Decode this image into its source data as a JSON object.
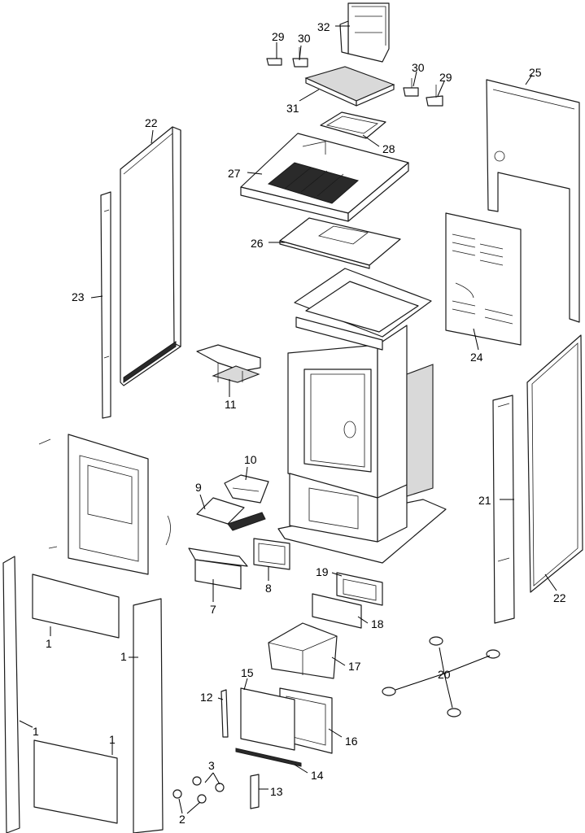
{
  "callouts": {
    "p1a": "1",
    "p1b": "1",
    "p1c": "1",
    "p1d": "1",
    "p2": "2",
    "p3": "3",
    "p7": "7",
    "p8": "8",
    "p9": "9",
    "p10": "10",
    "p11": "11",
    "p12": "12",
    "p13": "13",
    "p14": "14",
    "p15": "15",
    "p16": "16",
    "p17": "17",
    "p18": "18",
    "p19": "19",
    "p20": "20",
    "p21": "21",
    "p22a": "22",
    "p22b": "22",
    "p23": "23",
    "p24": "24",
    "p25": "25",
    "p26": "26",
    "p27": "27",
    "p28": "28",
    "p29a": "29",
    "p29b": "29",
    "p30a": "30",
    "p30b": "30",
    "p31": "31",
    "p32": "32"
  }
}
